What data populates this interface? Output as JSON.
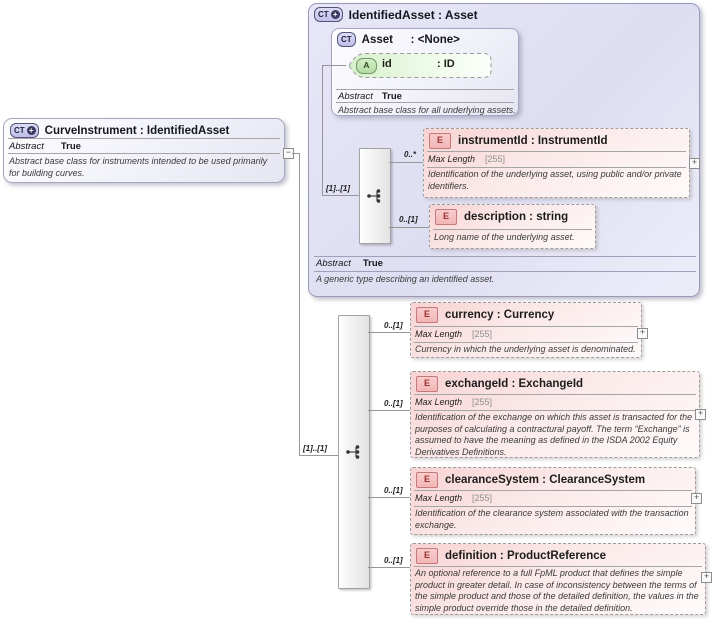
{
  "icons": {
    "ct": "CT",
    "plus": "+",
    "expand": "+",
    "collapse": "−",
    "e": "E",
    "a": "A"
  },
  "labels": {
    "abstract": "Abstract",
    "max_length": "Max Length"
  },
  "curve_instrument": {
    "title": "CurveInstrument : IdentifiedAsset",
    "abstract_value": "True",
    "annotation": "Abstract base class for instruments intended to be used primarily for building curves."
  },
  "identified_asset": {
    "title": "IdentifiedAsset : Asset",
    "abstract_value": "True",
    "annotation": "A generic type describing an identified asset.",
    "sequence_cardinality": "[1]..[1]",
    "base_asset": {
      "name": "Asset",
      "type": ": <None>",
      "attribute_name": "id",
      "attribute_type": ": ID",
      "abstract_value": "True",
      "annotation": "Abstract base class for all underlying assets."
    },
    "children": [
      {
        "cardinality": "0..*",
        "title": "instrumentId : InstrumentId",
        "max_length": "[255]",
        "annotation": "Identification of the underlying asset, using public and/or private identifiers."
      },
      {
        "cardinality": "0..[1]",
        "title": "description : string",
        "annotation": "Long name of the underlying asset."
      }
    ]
  },
  "extension": {
    "sequence_cardinality": "[1]..[1]",
    "children": [
      {
        "cardinality": "0..[1]",
        "title": "currency : Currency",
        "max_length": "[255]",
        "annotation": "Currency in which the underlying asset is denominated."
      },
      {
        "cardinality": "0..[1]",
        "title": "exchangeId : ExchangeId",
        "max_length": "[255]",
        "annotation": "Identification of the exchange on which this asset is transacted for the purposes of calculating a contractural payoff. The term “Exchange” is assumed to have the meaning as defined in the ISDA 2002 Equity Derivatives Definitions."
      },
      {
        "cardinality": "0..[1]",
        "title": "clearanceSystem : ClearanceSystem",
        "max_length": "[255]",
        "annotation": "Identification of the clearance system associated with the transaction exchange."
      },
      {
        "cardinality": "0..[1]",
        "title": "definition : ProductReference",
        "annotation": "An optional reference to a full FpML product that defines the simple product in greater detail. In case of inconsistency between the terms of the simple product and those of the detailed definition, the values in the simple product override those in the detailed definition."
      }
    ]
  }
}
